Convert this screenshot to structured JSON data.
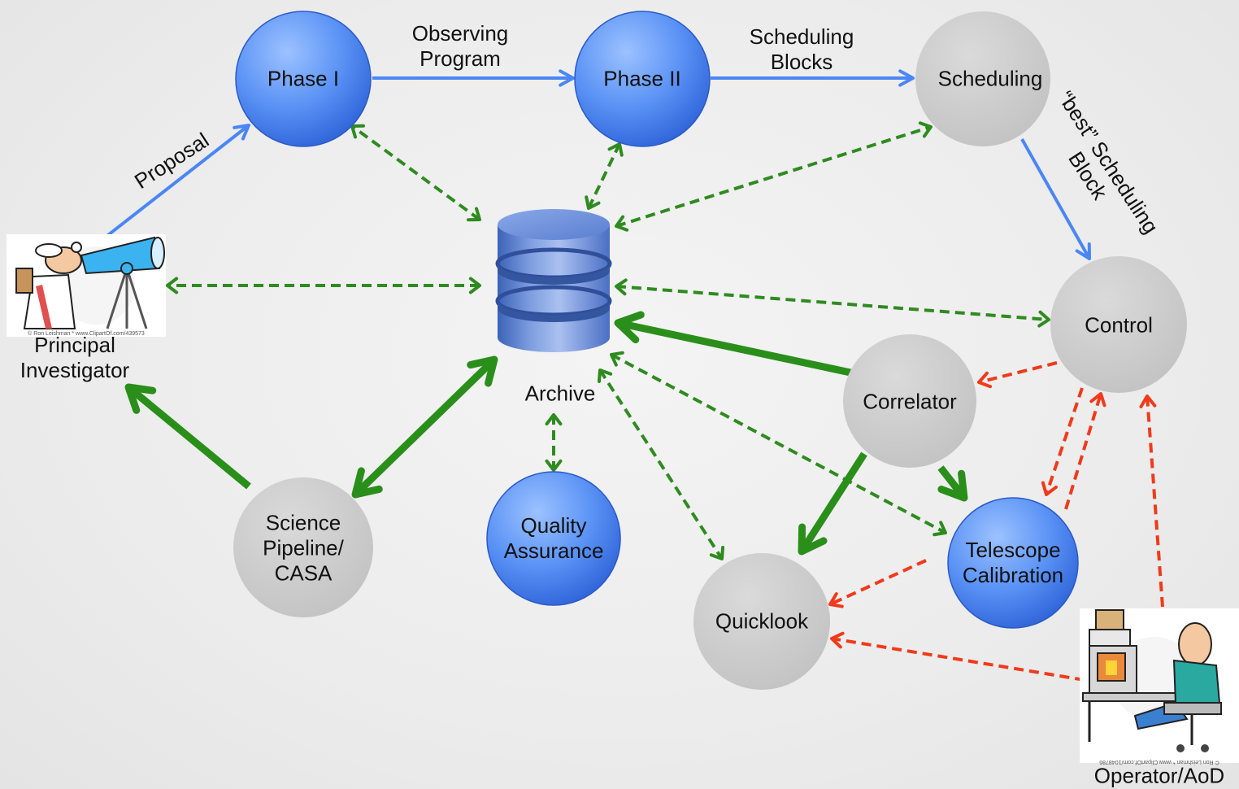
{
  "colors": {
    "blue_node": "#4a86f0",
    "gray_node": "#c9c9c9",
    "flow_arrow": "#4a86f5",
    "archive_link": "#2e8b1f",
    "data_flow": "#2a8f1a",
    "control_link": "#f03a1a"
  },
  "nodes": {
    "phase1": "Phase I",
    "phase2": "Phase II",
    "scheduling": "Scheduling",
    "control": "Control",
    "correlator": "Correlator",
    "science_pipeline": "Science\nPipeline/\nCASA",
    "quality_assurance": "Quality\nAssurance",
    "telescope_calibration": "Telescope\nCalibration",
    "quicklook": "Quicklook"
  },
  "labels": {
    "archive": "Archive",
    "principal_investigator": "Principal\nInvestigator",
    "operator": "Operator/AoD"
  },
  "edge_labels": {
    "proposal": "Proposal",
    "observing_program": "Observing\nProgram",
    "scheduling_blocks": "Scheduling\nBlocks",
    "best_scheduling_block": "“best” Scheduling\nBlock"
  },
  "icons": {
    "archive": "database-icon",
    "principal_investigator": "astronomer-with-telescope-clipart",
    "operator": "operator-at-computer-clipart"
  },
  "clipart_credits": {
    "principal_investigator": "© Ron Leishman * www.ClipartOf.com/439573",
    "operator": "© Ron Leishman * www.ClipartOf.com/1048786"
  }
}
